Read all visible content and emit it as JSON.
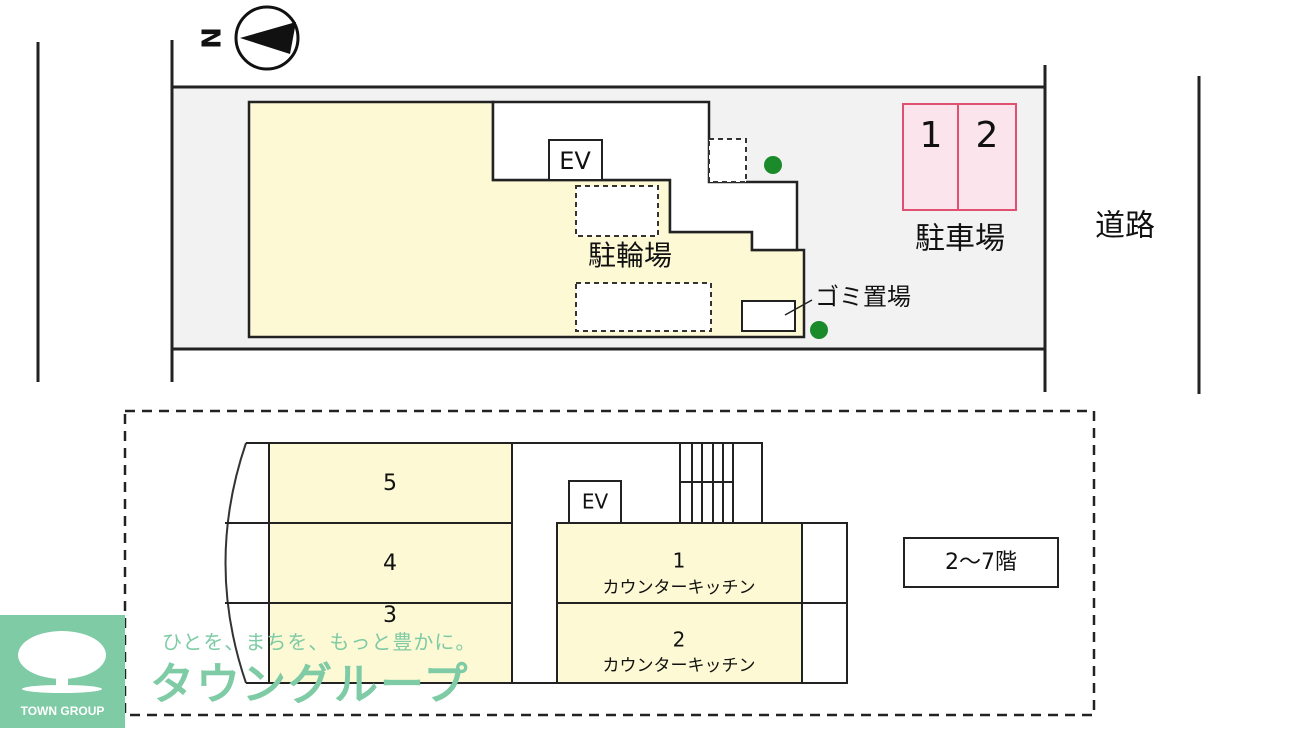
{
  "site_plan": {
    "compass_label": "N",
    "ev_label": "EV",
    "bicycle_parking": "駐輪場",
    "garbage": "ゴミ置場",
    "parking_label": "駐車場",
    "parking_spaces": [
      "1",
      "2"
    ],
    "road": "道路"
  },
  "floor_plan": {
    "units_left": [
      "5",
      "4",
      "3"
    ],
    "ev_label": "EV",
    "units_right": [
      {
        "number": "1",
        "type": "カウンターキッチン"
      },
      {
        "number": "2",
        "type": "カウンターキッチン"
      }
    ],
    "floors": "2〜7階"
  },
  "colors": {
    "unit_fill": "#fdf9d4",
    "parking_fill": "#fce4ec",
    "parking_stroke": "#e05070",
    "tree": "#1a8a2a",
    "brand": "#7ecba5"
  },
  "watermark": {
    "tagline": "ひとを、まちを、もっと豊かに。",
    "brand": "タウングループ",
    "logo_text": "TOWN GROUP"
  }
}
